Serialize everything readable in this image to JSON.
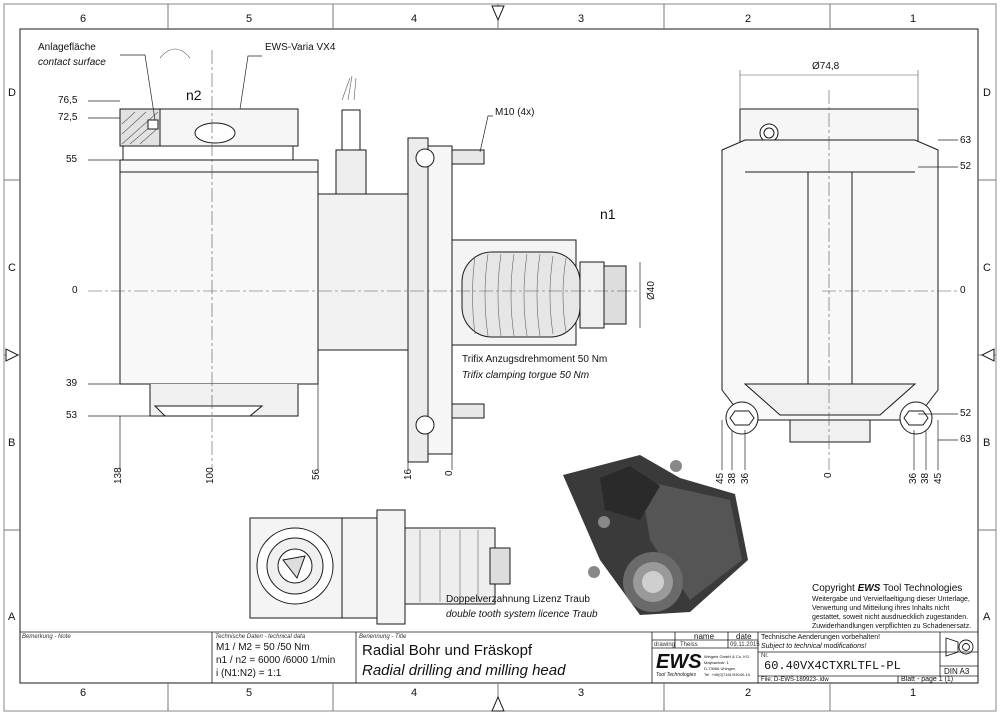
{
  "zones": {
    "top": [
      "6",
      "5",
      "4",
      "3",
      "2",
      "1"
    ],
    "left": [
      "D",
      "C",
      "B",
      "A"
    ],
    "right": [
      "D",
      "C",
      "B",
      "A"
    ]
  },
  "callouts": {
    "contact_surface_de": "Anlagefläche",
    "contact_surface_en": "contact surface",
    "product": "EWS-Varia VX4",
    "thread": "M10 (4x)",
    "n2": "n2",
    "n1": "n1",
    "diameter_74": "Ø74,8",
    "diameter_40": "Ø40",
    "clamping_de": "Trifix Anzugsdrehmoment  50 Nm",
    "clamping_en": "Trifix clamping torgue  50 Nm",
    "licence_de": "Doppelverzahnung Lizenz Traub",
    "licence_en": "double tooth system licence Traub"
  },
  "left_dims": [
    "76,5",
    "72,5",
    "55",
    "0",
    "39",
    "53"
  ],
  "right_dims": [
    "63",
    "52",
    "0",
    "52",
    "63"
  ],
  "bottom_dims_front": [
    "138",
    "100",
    "56",
    "16",
    "0"
  ],
  "bottom_dims_side": [
    "45",
    "38",
    "36",
    "0",
    "36",
    "38",
    "45"
  ],
  "copyright": {
    "heading_prefix": "Copyright ",
    "heading_brand": "EWS",
    "heading_suffix": " Tool Technologies",
    "lines": [
      "Weitergabe und Vervielfaeltigung dieser Unterlage,",
      "Verwertung und Mitteilung ihres Inhalts nicht",
      "gestattet, soweit nicht ausdruecklich zugestanden.",
      "Zuwiderhandlungen verpflichten zu Schadenersatz."
    ]
  },
  "title_block": {
    "note_label": "Bemerkung - Note",
    "tech_label": "Technische Daten - technical data",
    "tech_rows": [
      "M1 / M2 = 50  /50  Nm",
      "n1 / n2 = 6000 /6000  1/min",
      "i  (N1:N2) = 1:1"
    ],
    "name_label": "Benennung - Title",
    "title_de": "Radial Bohr und Fräskopf",
    "title_en": "Radial drilling and milling head",
    "col_name": "name",
    "col_date": "date",
    "row_drawing": "drawing",
    "drawn_by": "Theiss",
    "drawn_date": "09.11.2015",
    "logo": "EWS",
    "logo_sub": "Tool Technologies",
    "company_lines": [
      "Weigele GmbH & Co. KG",
      "Maybachstr. 1",
      "D-73066 Uhingen",
      "Tel. +49(0)7161/93040-10"
    ],
    "change_de": "Technische Aenderungen vorbehalten!",
    "change_en": "Subject to technical modifications!",
    "nr_label": "Nr.",
    "part_no": "60.40VX4CTXRLTFL-PL",
    "format": "DIN A3",
    "file": "File: D-EWS-189923-.idw",
    "sheet": "Blatt - page  1 (1)"
  },
  "colors": {
    "line": "#1a1a1a",
    "body": "#f4f4f4",
    "shadow": "#d9d9d9",
    "render_dark": "#2a2a2a"
  }
}
